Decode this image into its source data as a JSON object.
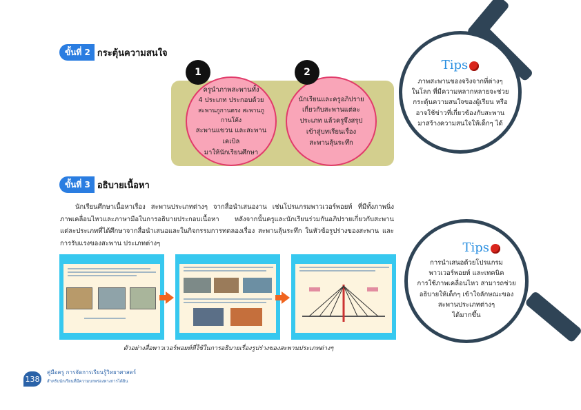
{
  "step2": {
    "badge": "ขั้นที่ 2",
    "title": "กระตุ้นความสนใจ"
  },
  "step3": {
    "badge": "ขั้นที่ 3",
    "title": "อธิบายเนื้อหา"
  },
  "circles": [
    {
      "number": "1",
      "lines": [
        "ครูนำภาพสะพานทั้ง",
        "4 ประเภท ประกอบด้วย",
        "สะพานภูกานตรง สะพานภูกานโค้ง",
        "สะพานแขวน และสะพานเคเบิล",
        "มาให้นักเรียนศึกษา"
      ]
    },
    {
      "number": "2",
      "lines": [
        "นักเรียนและครูอภิปราย",
        "เกี่ยวกับสะพานแต่ละ",
        "ประเภท แล้วครูจึงสรุป",
        "เข้าสู่บทเรียนเรื่อง",
        "สะพานลุ้นระทึก"
      ]
    }
  ],
  "tips1": {
    "title": "Tips",
    "lines": [
      "ภาพสะพานของจริงจากที่ต่างๆ",
      "ในโลก ที่มีความหลากหลายจะช่วย",
      "กระตุ้นความสนใจของผู้เรียน หรือ",
      "อาจใช้ข่าวที่เกี่ยวข้องกับสะพาน",
      "มาสร้างความสนใจให้เด็กๆ ได้"
    ]
  },
  "tips2": {
    "title": "Tips",
    "lines": [
      "การนำเสนอด้วยโปรแกรม",
      "พาวเวอร์พอยท์ และเทคนิค",
      "การใช้ภาพเคลื่อนไหว สามารถช่วย",
      "อธิบายให้เด็กๆ เข้าใจลักษณะของ",
      "สะพานประเภทต่างๆ",
      "ได้มากขึ้น"
    ]
  },
  "paragraph": "นักเรียนศึกษาเนื้อหาเรื่อง สะพานประเภทต่างๆ จากสื่อนำเสนองาน เช่นโปรแกรมพาวเวอร์พอยท์ ที่มีทั้งภาพนิ่ง ภาพเคลื่อนไหวและภาษามือในการอธิบายประกอบเนื้อหา หลังจากนั้นครูและนักเรียนร่วมกันอภิปรายเกี่ยวกับสะพาน แต่ละประเภทที่ได้ศึกษาจากสื่อนำเสนอและในกิจกรรมการทดลองเรื่อง สะพานลุ้นระทึก ในหัวข้อรูปร่างของสะพาน และการรับแรงของสะพาน ประเภทต่างๆ",
  "caption": "ตัวอย่างสื่อพาวเวอร์พอยท์ที่ใช้ในการอธิบายเรื่องรูปร่างของสะพานประเภทต่างๆ",
  "footer": {
    "page": "138",
    "line1": "คู่มือครู การจัดการเรียนรู้วิทยาศาสตร์",
    "line2": "สำหรับนักเรียนที่มีความบกพร่องทางการได้ยิน"
  },
  "colors": {
    "accent_blue": "#2a7de1",
    "pink": "#f9a5b8",
    "olive": "#d3cf8e",
    "slide_cyan": "#37c8ef",
    "arrow_orange": "#f0641e",
    "lens_frame": "#2f4456"
  }
}
